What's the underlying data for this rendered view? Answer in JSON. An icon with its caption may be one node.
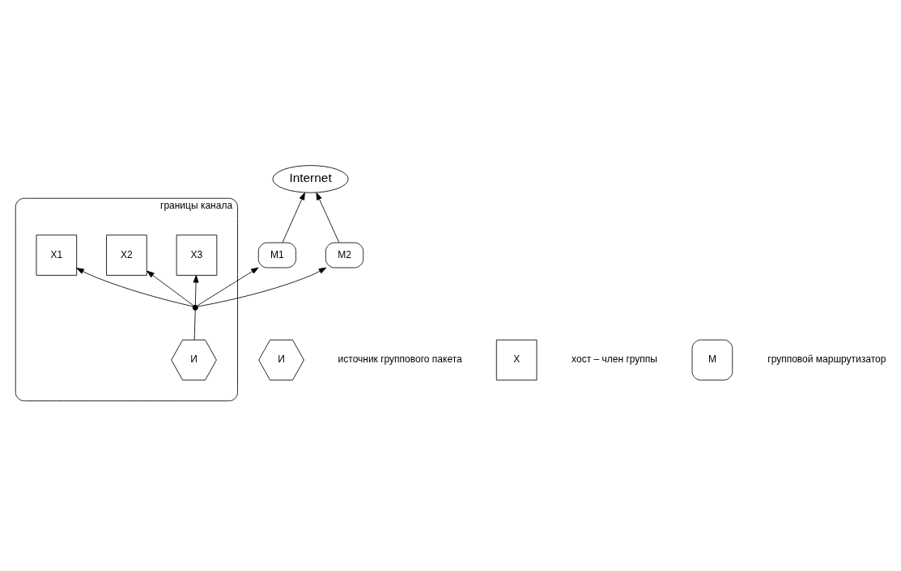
{
  "diagram": {
    "nodes": [
      {
        "text": [
          "Internet"
        ]
      },
      {
        "text": [
          "M1"
        ]
      },
      {
        "text": [
          "M2"
        ]
      },
      {
        "text": [
          "границы канала"
        ]
      },
      {
        "text": [
          "X1"
        ],
        "in": 3
      },
      {
        "text": [
          "X2"
        ],
        "in": 3
      },
      {
        "text": [
          "X3"
        ],
        "in": 3
      },
      {
        "text": [],
        "shape": "circle",
        "in": 3
      },
      {
        "text": [
          "И"
        ],
        "in": 3
      },
      {
        "text": [
          "И"
        ],
        "beside": [
          "источник группового пакета"
        ]
      },
      {
        "text": [
          "X"
        ],
        "beside": [
          "хост – член группы"
        ]
      },
      {
        "text": [
          "M"
        ],
        "beside": [
          "групповой маршрутизатор"
        ]
      }
    ],
    "edges": [
      {
        "from": 7,
        "to": 4,
        "arrow": "to"
      },
      {
        "from": 7,
        "to": 1,
        "arrow": "to"
      },
      {
        "from": 7,
        "to": 5,
        "arrow": "to"
      },
      {
        "from": 7,
        "to": 2,
        "arrow": "to"
      },
      {
        "from": 7,
        "to": 6,
        "arrow": "to"
      },
      {
        "from": 8,
        "to": 7,
        "arrow": "none"
      },
      {
        "from": 1,
        "to": 0,
        "arrow": "to"
      },
      {
        "from": 2,
        "to": 0,
        "arrow": "to"
      }
    ]
  }
}
